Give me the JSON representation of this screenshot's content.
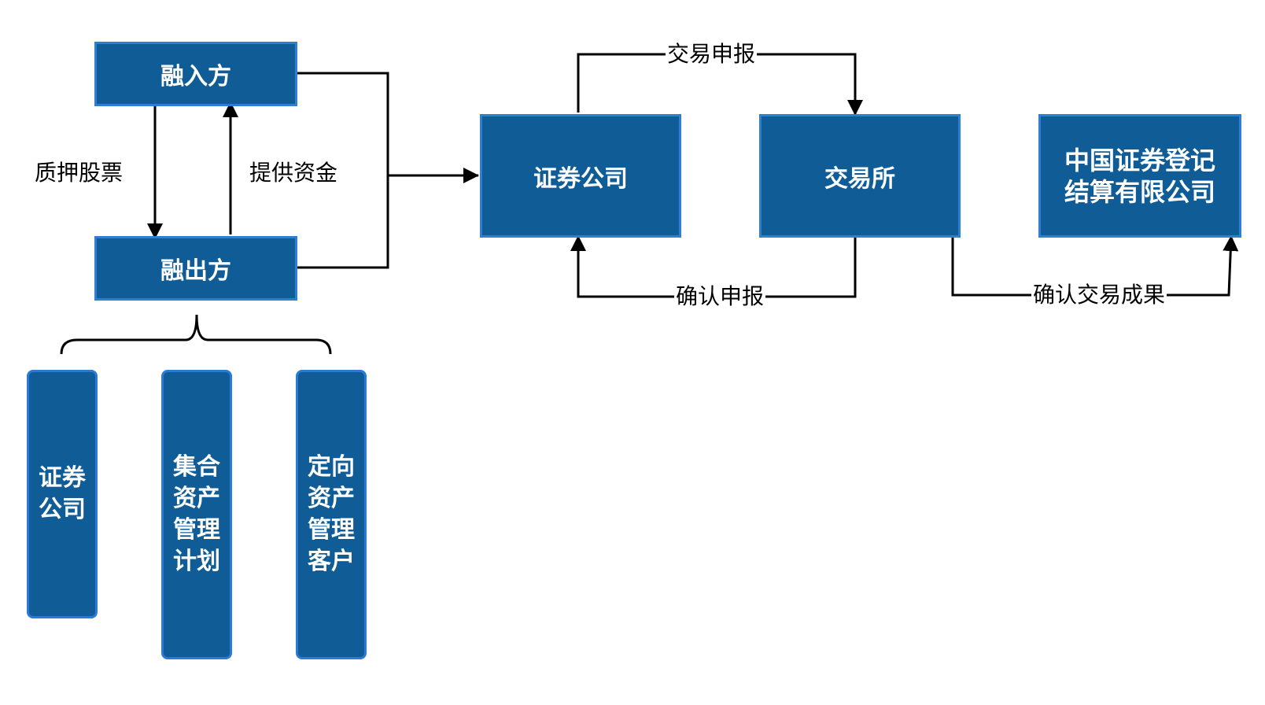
{
  "nodes": {
    "rongru": "融入方",
    "rongchu": "融出方",
    "securities": "证券公司",
    "exchange": "交易所",
    "csdc": "中国证券登记\n结算有限公司",
    "type1": "证券公司",
    "type2": "集合资产管理计划",
    "type3": "定向资产管理客户"
  },
  "edges": {
    "pledge": "质押股票",
    "fund": "提供资金",
    "declare": "交易申报",
    "confirm_declare": "确认申报",
    "confirm_result": "确认交易成果"
  },
  "colors": {
    "box_fill": "#0f5c97",
    "box_border": "#2f7fd0",
    "line": "#000000"
  }
}
